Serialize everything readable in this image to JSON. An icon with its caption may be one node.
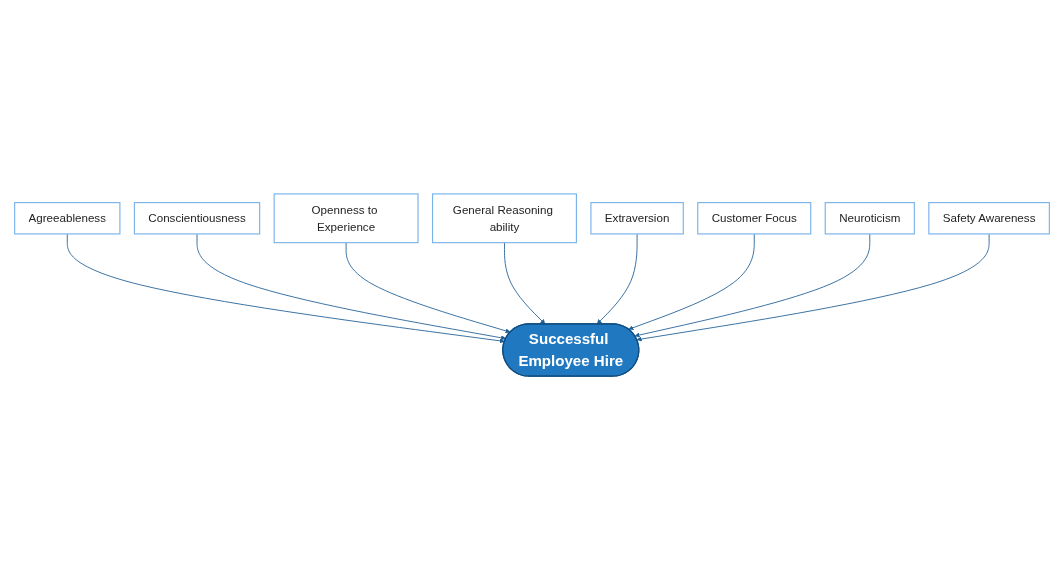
{
  "diagram": {
    "nodes": [
      {
        "text": [
          "Agreeableness"
        ]
      },
      {
        "text": [
          "Conscientiousness"
        ]
      },
      {
        "text": [
          "Openness to Experience"
        ]
      },
      {
        "text": [
          "General Reasoning ability"
        ]
      },
      {
        "text": [
          "Extraversion"
        ]
      },
      {
        "text": [
          "Customer Focus"
        ]
      },
      {
        "text": [
          "Neuroticism"
        ]
      },
      {
        "text": [
          "Safety Awareness"
        ]
      },
      {
        "text": [
          "Successful Employee Hire"
        ]
      }
    ],
    "edges": [
      {
        "from": 0,
        "to": 8,
        "arrow": "to"
      },
      {
        "from": 1,
        "to": 8,
        "arrow": "to"
      },
      {
        "from": 2,
        "to": 8,
        "arrow": "to"
      },
      {
        "from": 3,
        "to": 8,
        "arrow": "to"
      },
      {
        "from": 4,
        "to": 8,
        "arrow": "to"
      },
      {
        "from": 5,
        "to": 8,
        "arrow": "to"
      },
      {
        "from": 6,
        "to": 8,
        "arrow": "to"
      },
      {
        "from": 7,
        "to": 8,
        "arrow": "to"
      }
    ]
  }
}
